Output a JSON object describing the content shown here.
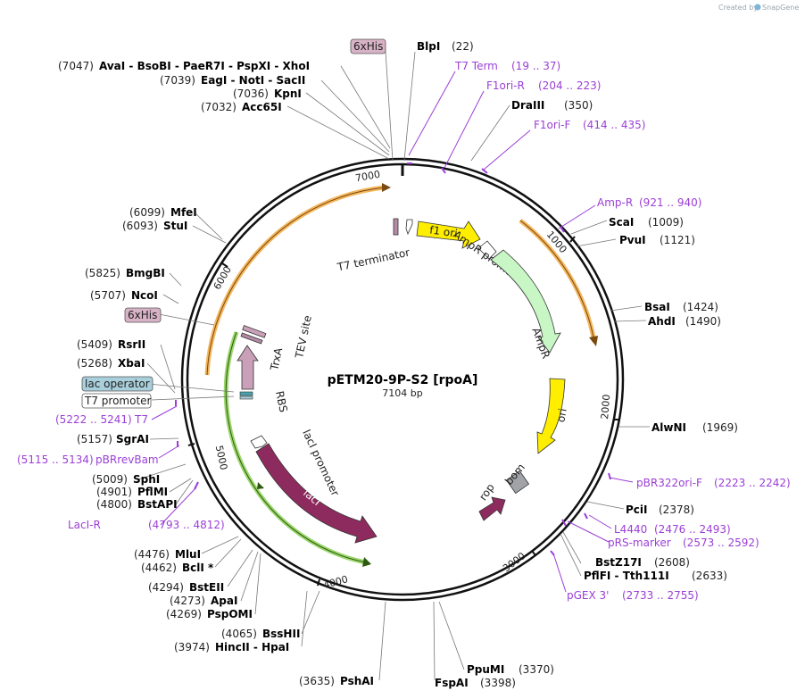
{
  "credit": "Created by",
  "credit_brand": "SnapGene",
  "title": "pETM20-9P-S2 [rpoA]",
  "length": "7104 bp",
  "ticks": [
    "1000",
    "2000",
    "3000",
    "4000",
    "5000",
    "6000",
    "7000"
  ],
  "colors": {
    "backbone": "#111111",
    "primer": "#9b3fd6",
    "yellow": "#ffee00",
    "green_feat": "#c8f7c5",
    "lacI": "#8e2b5e",
    "rop": "#8e2b5e",
    "bom": "#a0a4a8",
    "orange_arc": "#f4b65d",
    "green_arc": "#9bd66b",
    "rbs": "#4aa3ad",
    "his_tag": "#d8b2c6",
    "lac_operator_box": "#a8cfdb"
  },
  "enzymes": [
    {
      "name": "BlpI",
      "pos": "(22)"
    },
    {
      "name": "DraIII",
      "pos": "(350)"
    },
    {
      "name": "ScaI",
      "pos": "(1009)"
    },
    {
      "name": "PvuI",
      "pos": "(1121)"
    },
    {
      "name": "BsaI",
      "pos": "(1424)"
    },
    {
      "name": "AhdI",
      "pos": "(1490)"
    },
    {
      "name": "AlwNI",
      "pos": "(1969)"
    },
    {
      "name": "PciI",
      "pos": "(2378)"
    },
    {
      "name": "BstZ17I",
      "pos": "(2608)"
    },
    {
      "name": "PflFI - Tth111I",
      "pos": "(2633)"
    },
    {
      "name": "PpuMI",
      "pos": "(3370)"
    },
    {
      "name": "FspAI",
      "pos": "(3398)"
    },
    {
      "name": "PshAI",
      "pos": "(3635)"
    },
    {
      "name": "BssHII",
      "pos": "(4065)"
    },
    {
      "name": "HincII - HpaI",
      "pos": "(3974)"
    },
    {
      "name": "MluI",
      "pos": "(4476)"
    },
    {
      "name": "BclI *",
      "pos": "(4462)"
    },
    {
      "name": "BstEII",
      "pos": "(4294)"
    },
    {
      "name": "ApaI",
      "pos": "(4273)"
    },
    {
      "name": "PspOMI",
      "pos": "(4269)"
    },
    {
      "name": "SphI",
      "pos": "(5009)"
    },
    {
      "name": "PflMI",
      "pos": "(4901)"
    },
    {
      "name": "BstAPI",
      "pos": "(4800)"
    },
    {
      "name": "SgrAI",
      "pos": "(5157)"
    },
    {
      "name": "XbaI",
      "pos": "(5268)"
    },
    {
      "name": "RsrII",
      "pos": "(5409)"
    },
    {
      "name": "NcoI",
      "pos": "(5707)"
    },
    {
      "name": "BmgBI",
      "pos": "(5825)"
    },
    {
      "name": "MfeI",
      "pos": "(6099)"
    },
    {
      "name": "StuI",
      "pos": "(6093)"
    },
    {
      "name": "AvaI - BsoBI - PaeR7I - PspXI - XhoI",
      "pos": "(7047)"
    },
    {
      "name": "EagI - NotI - SacII",
      "pos": "(7039)"
    },
    {
      "name": "KpnI",
      "pos": "(7036)"
    },
    {
      "name": "Acc65I",
      "pos": "(7032)"
    }
  ],
  "primers": [
    {
      "name": "T7 Term",
      "range": "(19 .. 37)"
    },
    {
      "name": "F1ori-R",
      "range": "(204 .. 223)"
    },
    {
      "name": "F1ori-F",
      "range": "(414 .. 435)"
    },
    {
      "name": "Amp-R",
      "range": "(921 .. 940)"
    },
    {
      "name": "pBR322ori-F",
      "range": "(2223 .. 2242)"
    },
    {
      "name": "L4440",
      "range": "(2476 .. 2493)"
    },
    {
      "name": "pRS-marker",
      "range": "(2573 .. 2592)"
    },
    {
      "name": "pGEX 3'",
      "range": "(2733 .. 2755)"
    },
    {
      "name": "LacI-R",
      "range": "(4793 .. 4812)"
    },
    {
      "name": "pBRrevBam",
      "range": "(5115 .. 5134)"
    },
    {
      "name": "T7",
      "range": "(5222 .. 5241)"
    }
  ],
  "boxed_labels": {
    "his_top": "6xHis",
    "his_mid": "6xHis",
    "lac_operator": "lac operator",
    "t7_promoter": "T7 promoter"
  },
  "features": {
    "t7_terminator": "T7 terminator",
    "f1_ori": "f1 ori",
    "ampr_promoter": "AmpR promoter",
    "ampr": "AmpR",
    "ori": "ori",
    "rop": "rop",
    "bom": "bom",
    "laci": "lacI",
    "laci_promoter": "lacI promoter",
    "rbs": "RBS",
    "trxa": "TrxA",
    "tev_site": "TEV site"
  }
}
